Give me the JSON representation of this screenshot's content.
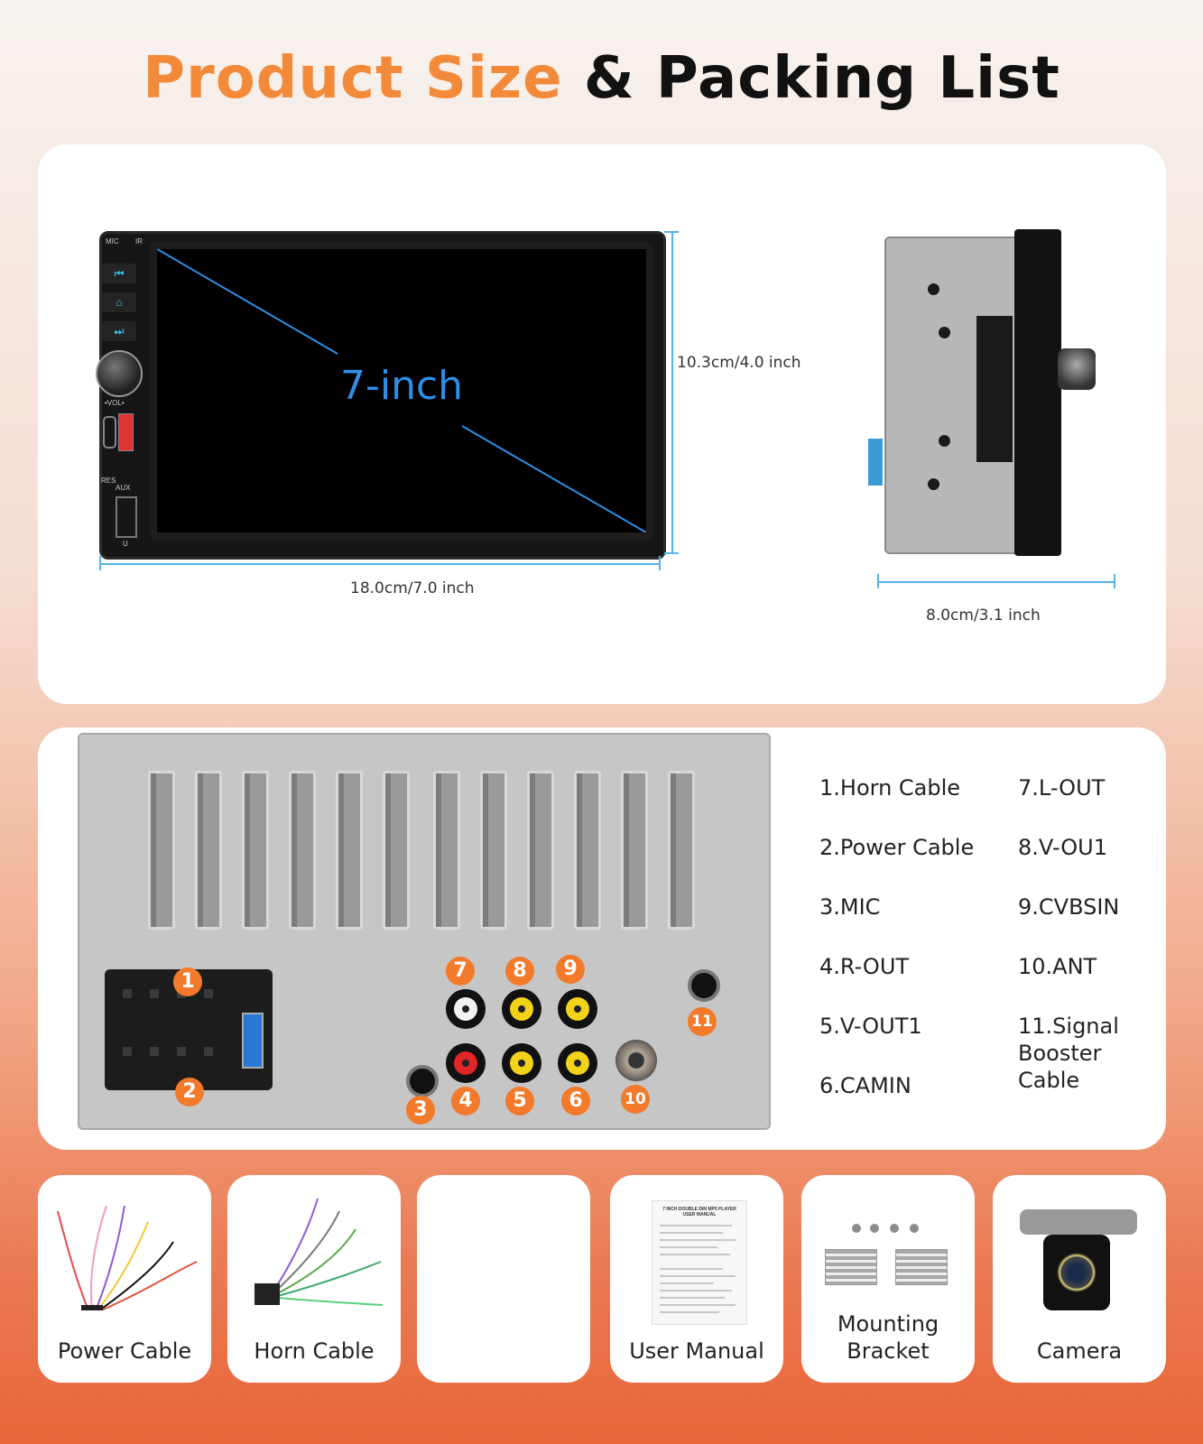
{
  "header": {
    "title_accent": "Product Size",
    "title_rest": "& Packing List"
  },
  "size": {
    "screen_label": "7-inch",
    "height_label": "10.3cm/4.0 inch",
    "width_label": "18.0cm/7.0 inch",
    "depth_label": "8.0cm/3.1 inch",
    "panel_labels": {
      "mic": "MIC",
      "ir": "IR",
      "vol": "•VOL•",
      "res": "RES",
      "aux": "AUX",
      "u": "U"
    },
    "panel_icons": [
      "prev-track-icon",
      "home-icon",
      "next-track-icon"
    ]
  },
  "ports": {
    "left_column": [
      "1.Horn Cable",
      "2.Power Cable",
      "3.MIC",
      "4.R-OUT",
      "5.V-OUT1",
      "6.CAMIN"
    ],
    "right_column": [
      "7.L-OUT",
      "8.V-OU1",
      "9.CVBSIN",
      "10.ANT",
      "11.Signal Booster Cable"
    ],
    "badges": [
      "1",
      "2",
      "3",
      "4",
      "5",
      "6",
      "7",
      "8",
      "9",
      "10",
      "11"
    ]
  },
  "packing": {
    "items": [
      "Power Cable",
      "Horn Cable",
      "",
      "User Manual",
      "Mounting Bracket",
      "Camera"
    ],
    "manual_title": "7 INCH DOUBLE DIN MP5 PLAYER USER MANUAL"
  },
  "colors": {
    "accent": "#f28a3a",
    "badge": "#f37a2b",
    "dimension": "#55b3e8"
  }
}
